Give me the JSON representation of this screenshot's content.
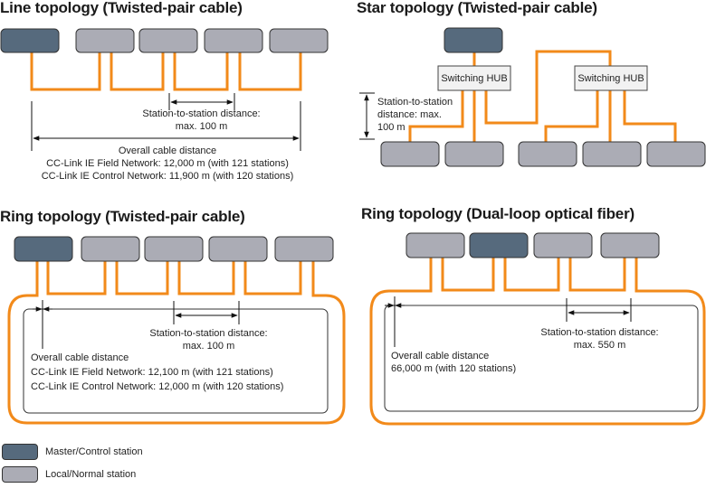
{
  "colors": {
    "master": "#566a7d",
    "local": "#abacb5",
    "cable": "#f28a1a",
    "hub_fill": "#f2f2f2",
    "outline": "#333333"
  },
  "line_topology": {
    "title": "Line topology (Twisted-pair cable)",
    "stations": [
      "master",
      "local",
      "local",
      "local",
      "local"
    ],
    "station_distance": [
      "Station-to-station distance:",
      "max. 100 m"
    ],
    "overall": [
      "Overall cable distance",
      "CC-Link IE Field Network: 12,000 m (with 121 stations)",
      "CC-Link IE Control Network: 11,900 m (with 120 stations)"
    ]
  },
  "star_topology": {
    "title": "Star topology (Twisted-pair cable)",
    "hub_label": "Switching HUB",
    "hub_count": 2,
    "stations": [
      "master",
      "local",
      "local",
      "local",
      "local",
      "local"
    ],
    "station_distance": [
      "Station-to-station",
      "distance: max.",
      "100 m"
    ]
  },
  "ring_twisted": {
    "title": "Ring topology (Twisted-pair cable)",
    "stations": [
      "master",
      "local",
      "local",
      "local",
      "local"
    ],
    "station_distance": [
      "Station-to-station distance:",
      "max. 100 m"
    ],
    "overall": [
      "Overall cable distance",
      "CC-Link IE Field Network: 12,100 m (with 121 stations)",
      "CC-Link IE Control Network: 12,000 m (with 120 stations)"
    ]
  },
  "ring_optical": {
    "title": "Ring topology (Dual-loop optical fiber)",
    "stations": [
      "local",
      "master",
      "local",
      "local"
    ],
    "station_distance": [
      "Station-to-station distance:",
      "max. 550 m"
    ],
    "overall": [
      "Overall cable distance",
      "66,000 m (with 120 stations)"
    ]
  },
  "legend": {
    "items": [
      {
        "type": "master",
        "label": "Master/Control station"
      },
      {
        "type": "local",
        "label": "Local/Normal station"
      }
    ]
  }
}
